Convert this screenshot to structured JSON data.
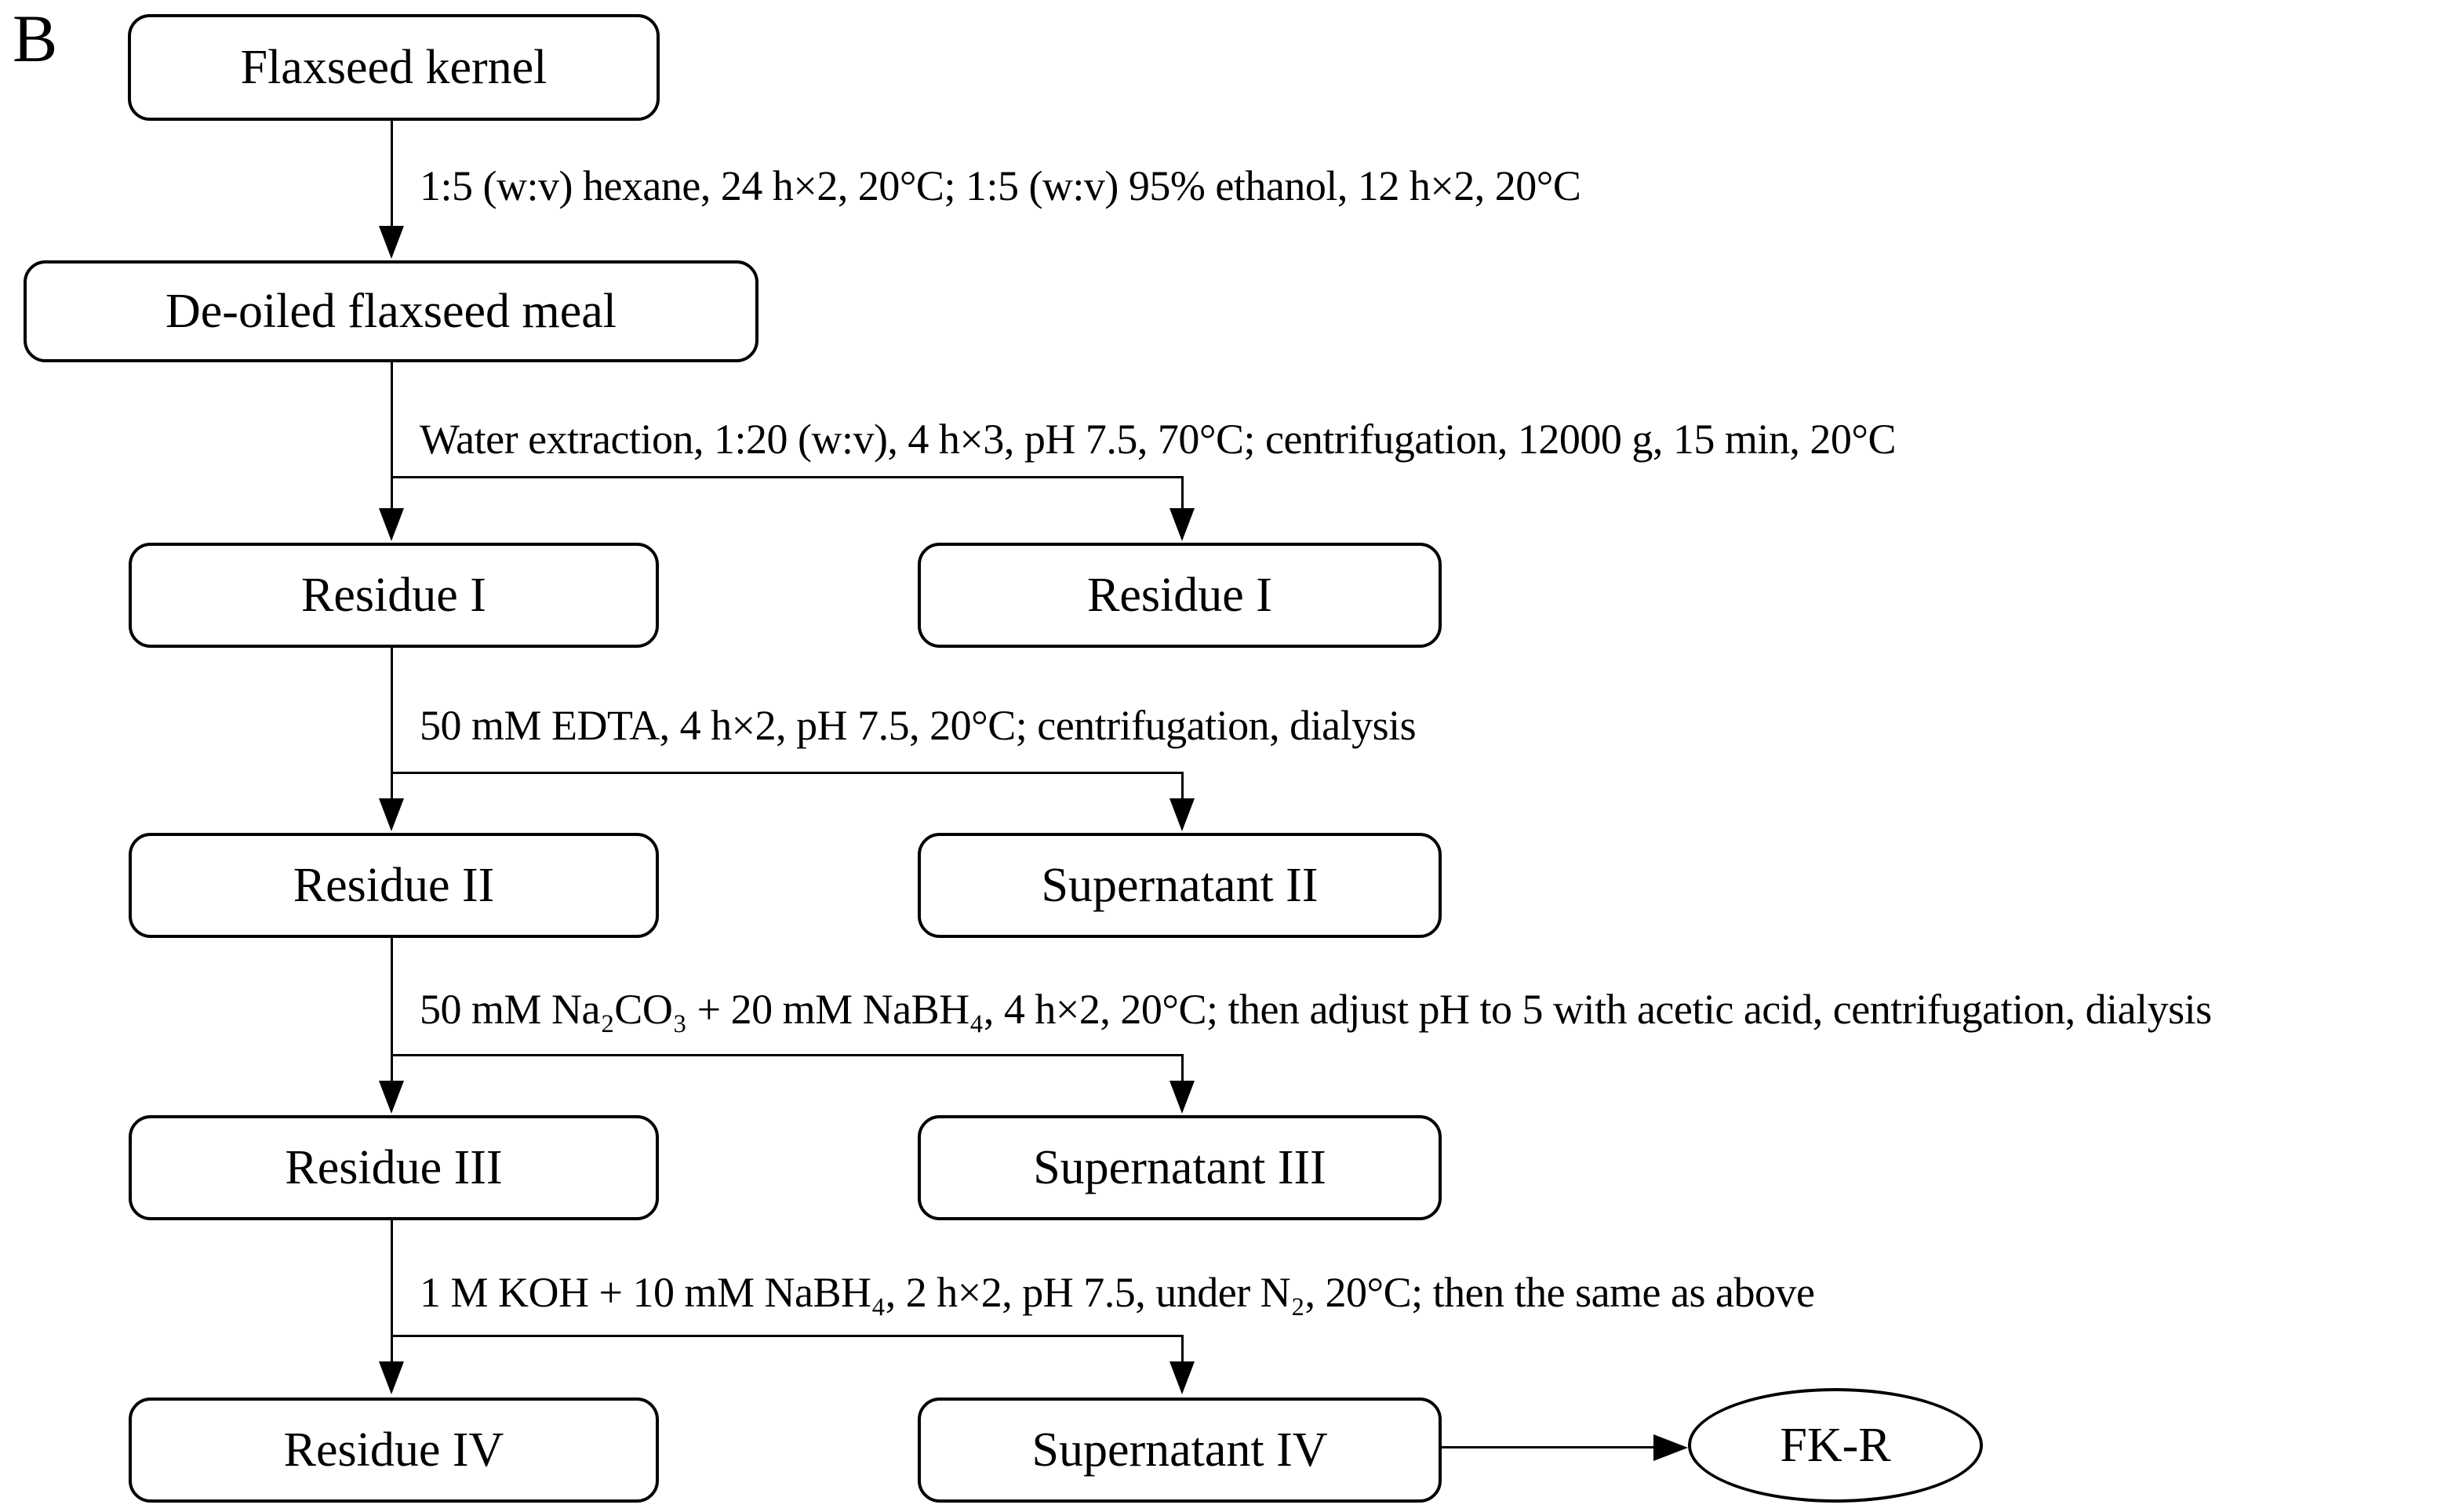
{
  "panel_label": "B",
  "nodes": {
    "flaxseed_kernel": "Flaxseed kernel",
    "deoiled_meal": "De-oiled flaxseed meal",
    "residue1_left": "Residue I",
    "residue1_right": "Residue I",
    "residue2": "Residue II",
    "supernatant2": "Supernatant II",
    "residue3": "Residue III",
    "supernatant3": "Supernatant III",
    "residue4": "Residue IV",
    "supernatant4": "Supernatant IV",
    "fkr": "FK-R"
  },
  "edge_labels": {
    "step1": "1:5 (w:v) hexane, 24 h×2, 20°C; 1:5 (w:v) 95% ethanol, 12 h×2, 20°C",
    "step2": "Water extraction, 1:20 (w:v), 4 h×3, pH 7.5, 70°C; centrifugation, 12000 g, 15 min, 20°C",
    "step3": "50 mM EDTA, 4 h×2, pH 7.5, 20°C; centrifugation, dialysis",
    "step4": "50 mM Na₂CO₃ + 20 mM NaBH₄, 4 h×2, 20°C; then adjust pH to 5 with acetic acid, centrifugation, dialysis",
    "step5": "1 M KOH + 10 mM NaBH₄, 2 h×2, pH 7.5, under N₂, 20°C; then the same as above"
  },
  "colors": {
    "line": "#000000",
    "background": "#ffffff",
    "box_border": "#000000",
    "text": "#000000"
  }
}
